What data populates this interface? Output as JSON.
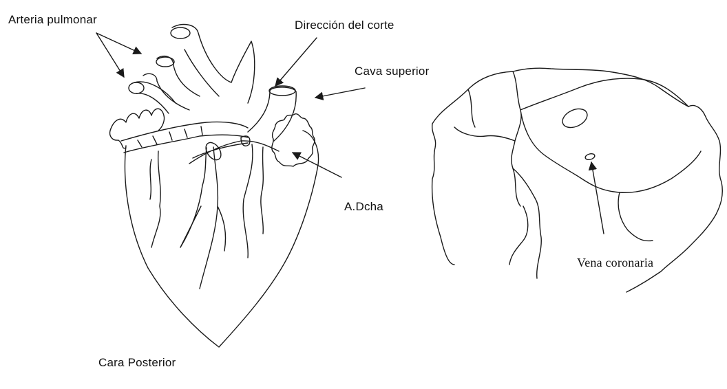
{
  "labels": {
    "arteria_pulmonar": "Arteria pulmonar",
    "direccion_corte": "Dirección del corte",
    "cava_superior": "Cava superior",
    "a_dcha": "A.Dcha",
    "vena_coronaria": "Vena coronaria",
    "cara_posterior": "Cara Posterior"
  },
  "colors": {
    "ink": "#1a1a1a",
    "background": "#ffffff"
  },
  "figures": [
    "heart-posterior-view-drawing",
    "heart-cross-section-drawing"
  ]
}
